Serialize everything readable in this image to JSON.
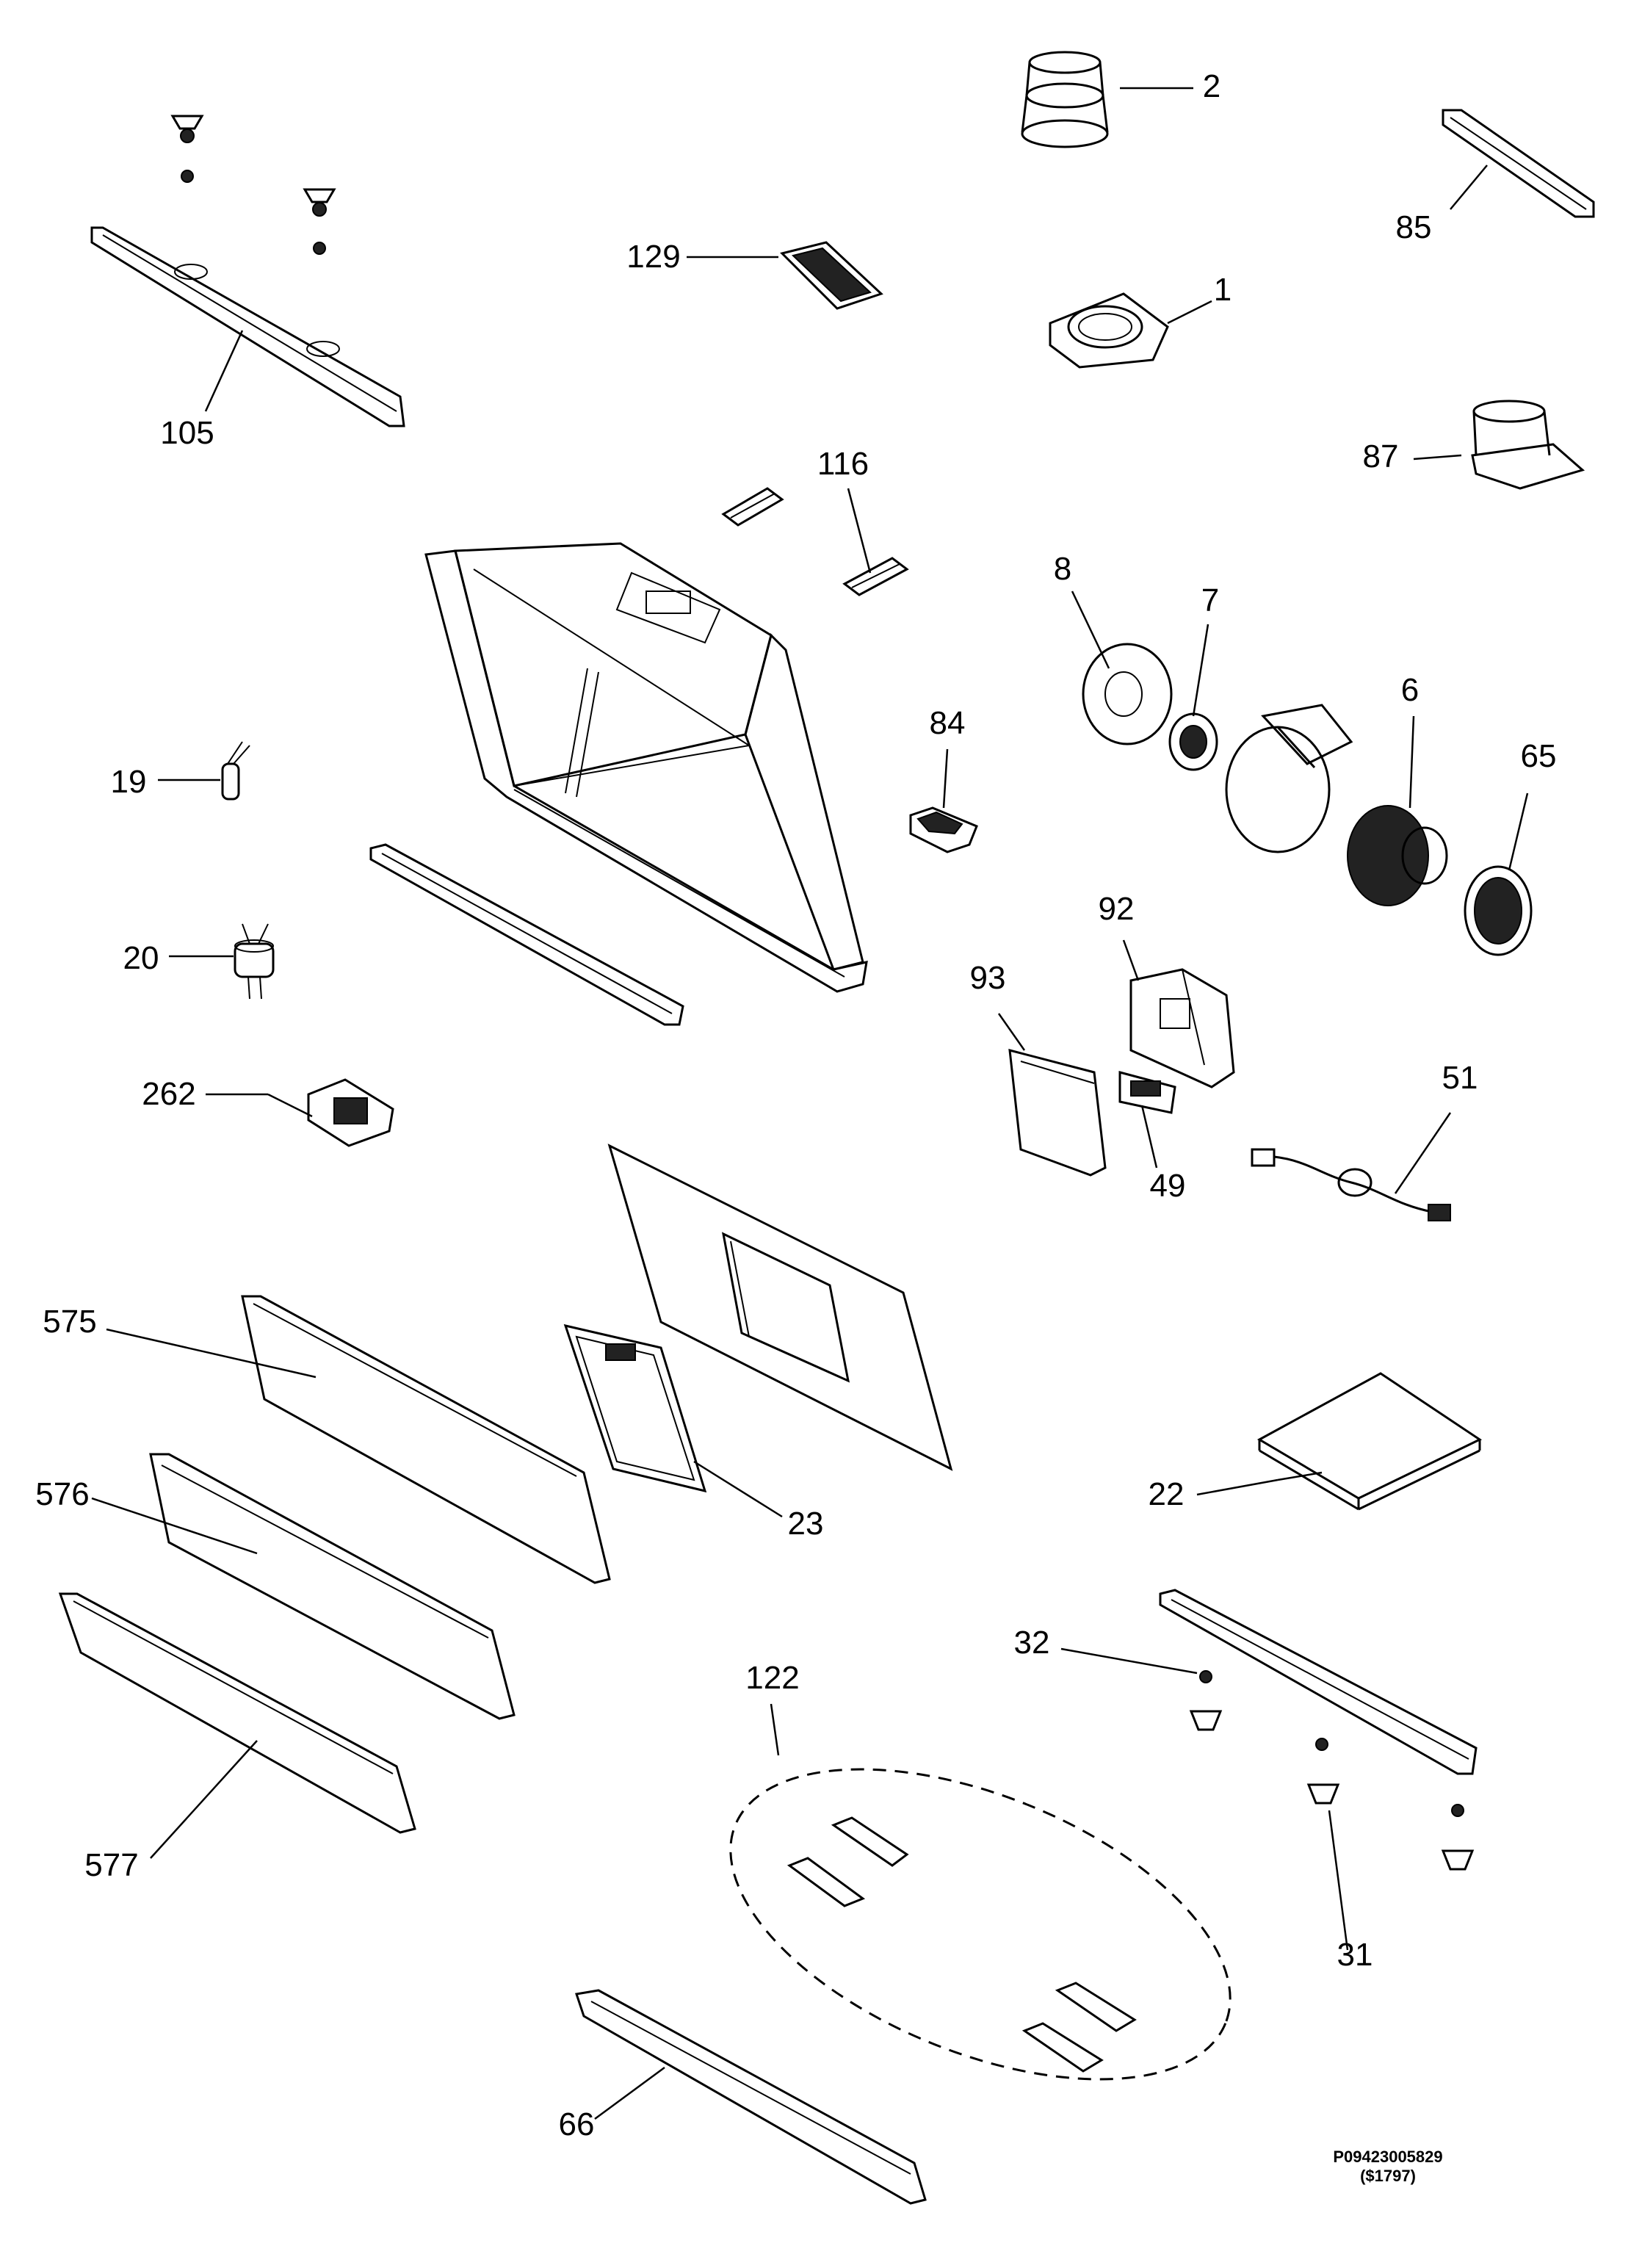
{
  "diagram": {
    "labels": [
      "1",
      "2",
      "6",
      "7",
      "8",
      "19",
      "20",
      "22",
      "23",
      "31",
      "32",
      "49",
      "51",
      "65",
      "66",
      "84",
      "85",
      "87",
      "92",
      "93",
      "105",
      "116",
      "122",
      "129",
      "262",
      "575",
      "576",
      "577"
    ],
    "drawing_code": "P09423005829",
    "drawing_ref": "($1797)"
  }
}
